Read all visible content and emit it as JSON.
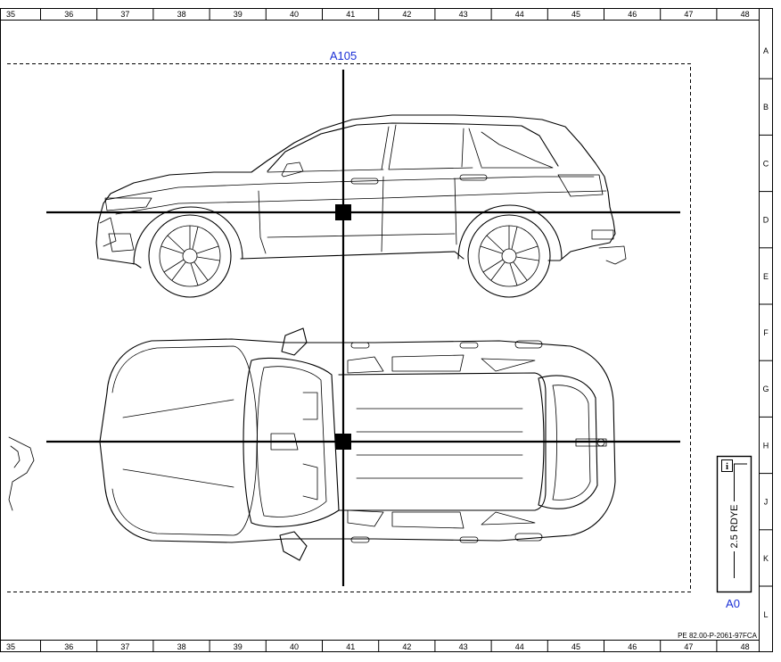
{
  "grid": {
    "columns": [
      "35",
      "36",
      "37",
      "38",
      "39",
      "40",
      "41",
      "42",
      "43",
      "44",
      "45",
      "46",
      "47",
      "48"
    ],
    "rows": [
      "A",
      "B",
      "C",
      "D",
      "E",
      "F",
      "G",
      "H",
      "J",
      "K",
      "L"
    ]
  },
  "reference_top": "A105",
  "reference_bottom": "A0",
  "info_box": {
    "icon": "info-icon",
    "text": "2.5 RDYE"
  },
  "document_code": "PE 82.00-P-2061-97FCA"
}
